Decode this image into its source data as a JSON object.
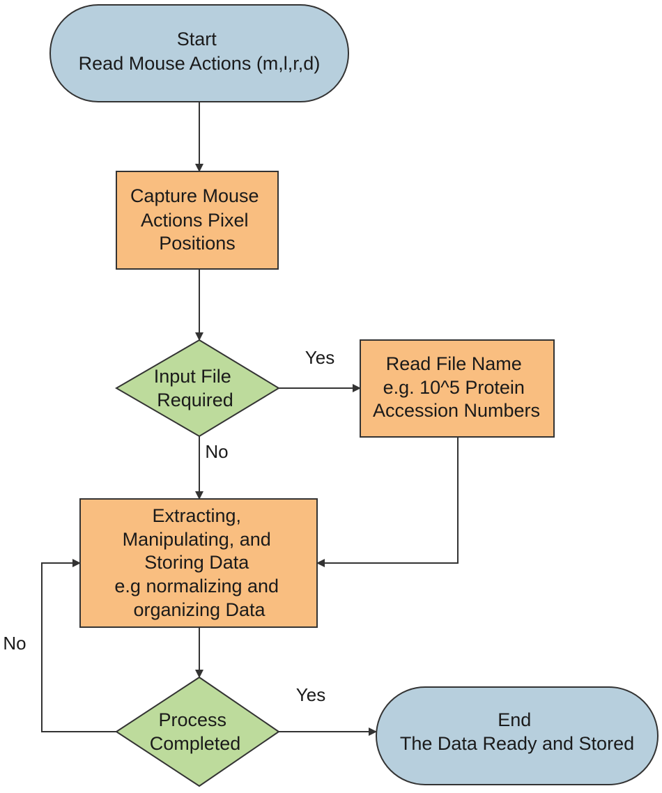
{
  "colors": {
    "terminal_fill": "#b7cfdd",
    "process_fill": "#f9be80",
    "decision_fill": "#bddb9c",
    "stroke": "#333333"
  },
  "nodes": {
    "start": {
      "shape": "terminal",
      "lines": [
        "Start",
        "Read Mouse Actions (m,l,r,d)"
      ]
    },
    "capture": {
      "shape": "process",
      "lines": [
        "Capture Mouse",
        "Actions Pixel",
        "Positions"
      ]
    },
    "input_required": {
      "shape": "decision",
      "lines": [
        "Input File",
        "Required"
      ]
    },
    "read_file": {
      "shape": "process",
      "lines": [
        "Read File Name",
        "e.g. 10^5 Protein",
        "Accession Numbers"
      ]
    },
    "extract": {
      "shape": "process",
      "lines": [
        "Extracting,",
        "Manipulating, and",
        "Storing Data",
        "e.g normalizing and",
        "organizing Data"
      ]
    },
    "process_completed": {
      "shape": "decision",
      "lines": [
        "Process",
        "Completed"
      ]
    },
    "end": {
      "shape": "terminal",
      "lines": [
        "End",
        "The Data Ready and Stored"
      ]
    }
  },
  "edges": [
    {
      "from": "start",
      "to": "capture",
      "label": ""
    },
    {
      "from": "capture",
      "to": "input_required",
      "label": ""
    },
    {
      "from": "input_required",
      "to": "read_file",
      "label": "Yes"
    },
    {
      "from": "input_required",
      "to": "extract",
      "label": "No"
    },
    {
      "from": "read_file",
      "to": "extract",
      "label": ""
    },
    {
      "from": "extract",
      "to": "process_completed",
      "label": ""
    },
    {
      "from": "process_completed",
      "to": "end",
      "label": "Yes"
    },
    {
      "from": "process_completed",
      "to": "extract",
      "label": "No"
    }
  ]
}
